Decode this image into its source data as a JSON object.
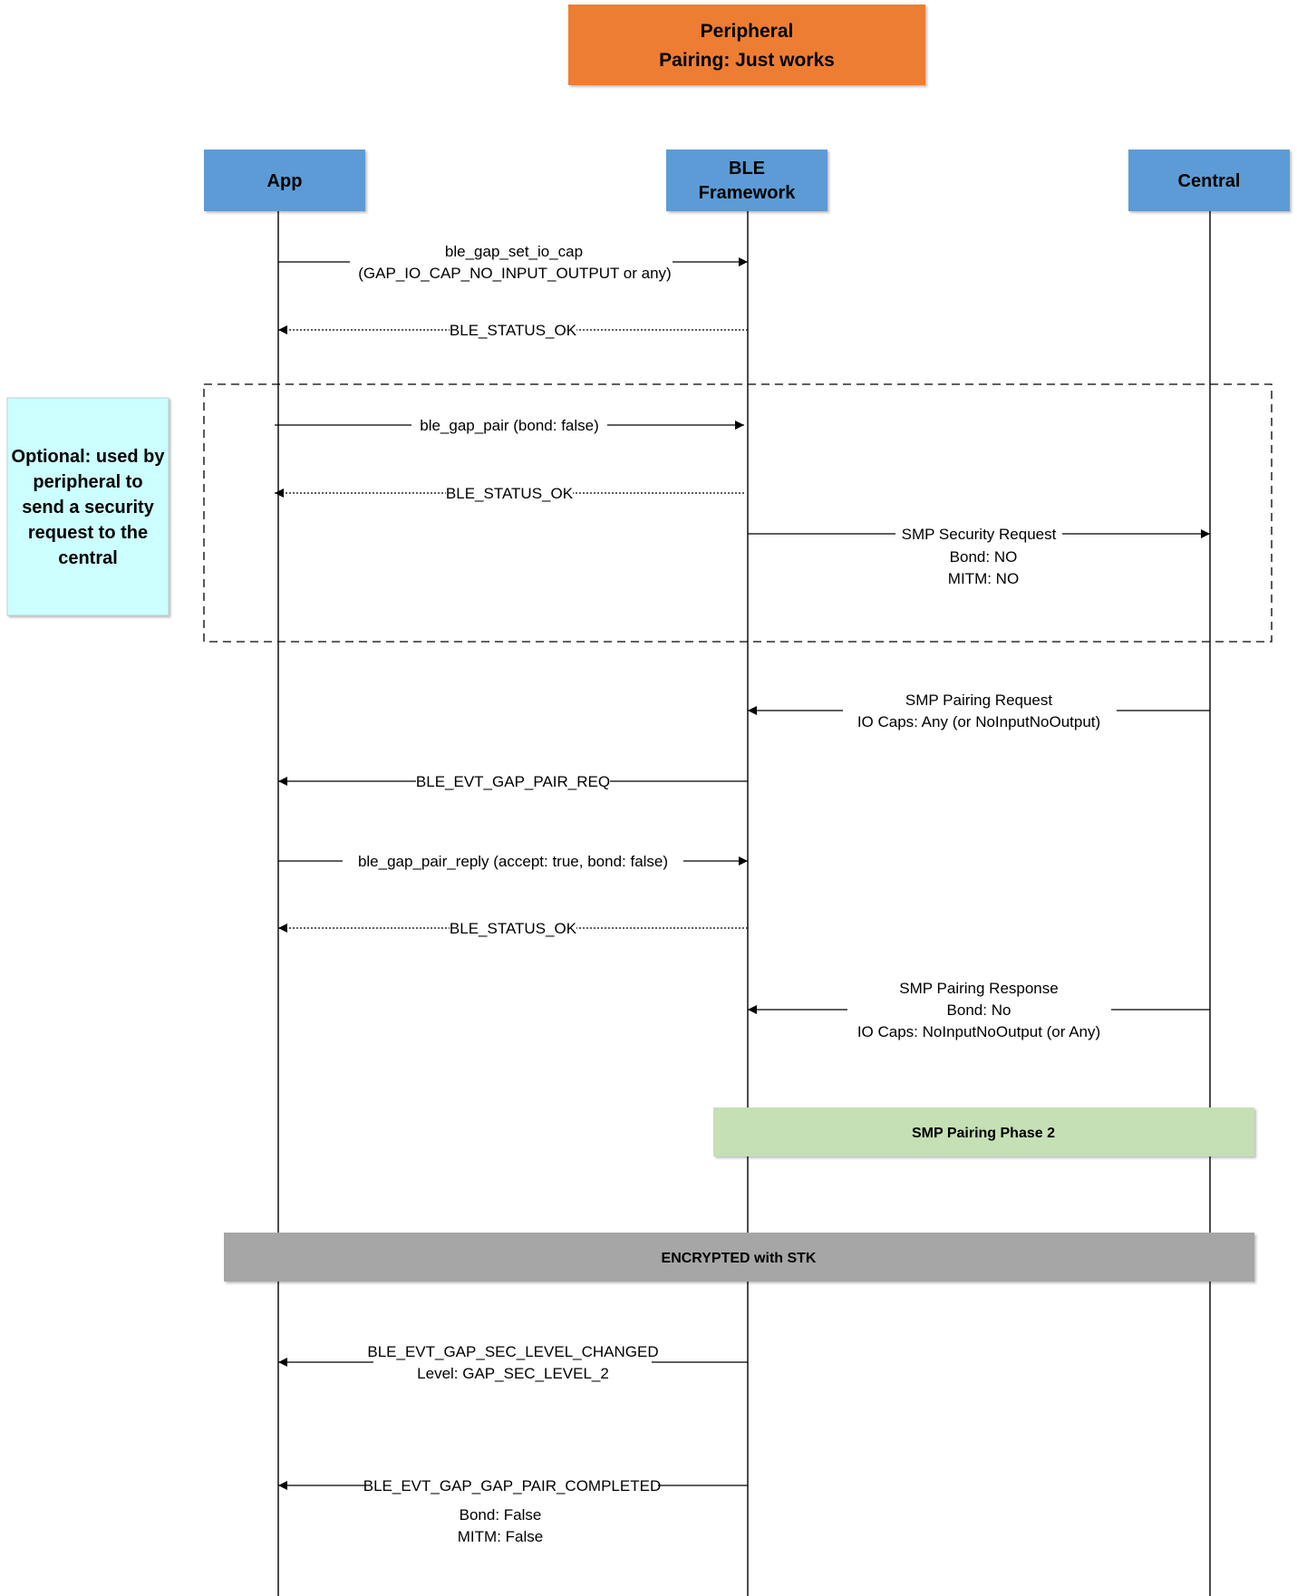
{
  "title": {
    "line1": "Peripheral",
    "line2": "Pairing: Just works",
    "color": "#ED7D31"
  },
  "participants": [
    {
      "id": "app",
      "line1": "App",
      "line2": ""
    },
    {
      "id": "ble",
      "line1": "BLE",
      "line2": "Framework"
    },
    {
      "id": "central",
      "line1": "Central",
      "line2": ""
    }
  ],
  "participant_color": "#5B9BD5",
  "optional_note": {
    "lines": [
      "Optional: used by",
      "peripheral to",
      "send a security",
      "request to the",
      "central"
    ],
    "color": "#CCFFFF"
  },
  "messages": [
    {
      "id": "set-io-cap",
      "from": "app",
      "to": "ble",
      "style": "solid",
      "lines": [
        "ble_gap_set_io_cap",
        "(GAP_IO_CAP_NO_INPUT_OUTPUT or any)"
      ]
    },
    {
      "id": "status-ok-1",
      "from": "ble",
      "to": "app",
      "style": "dotted",
      "lines": [
        "BLE_STATUS_OK"
      ]
    },
    {
      "id": "gap-pair",
      "from": "app",
      "to": "ble",
      "style": "solid",
      "lines": [
        "ble_gap_pair (bond: false)"
      ]
    },
    {
      "id": "status-ok-2",
      "from": "ble",
      "to": "app",
      "style": "dotted",
      "lines": [
        "BLE_STATUS_OK"
      ]
    },
    {
      "id": "smp-security-request",
      "from": "ble",
      "to": "central",
      "style": "solid",
      "lines": [
        "SMP Security Request",
        "Bond: NO",
        "MITM: NO"
      ]
    },
    {
      "id": "smp-pairing-request",
      "from": "central",
      "to": "ble",
      "style": "solid",
      "lines": [
        "SMP Pairing Request",
        "IO Caps:  Any  (or NoInputNoOutput)"
      ]
    },
    {
      "id": "evt-pair-req",
      "from": "ble",
      "to": "app",
      "style": "solid",
      "lines": [
        "BLE_EVT_GAP_PAIR_REQ"
      ]
    },
    {
      "id": "pair-reply",
      "from": "app",
      "to": "ble",
      "style": "solid",
      "lines": [
        "ble_gap_pair_reply (accept: true, bond: false)"
      ]
    },
    {
      "id": "status-ok-3",
      "from": "ble",
      "to": "app",
      "style": "dotted",
      "lines": [
        "BLE_STATUS_OK"
      ]
    },
    {
      "id": "smp-pairing-response",
      "from": "central",
      "to": "ble",
      "style": "solid",
      "lines": [
        "SMP Pairing Response",
        "Bond: No",
        "IO Caps: NoInputNoOutput (or Any)"
      ]
    },
    {
      "id": "evt-sec-level-changed",
      "from": "ble",
      "to": "app",
      "style": "solid",
      "lines": [
        "BLE_EVT_GAP_SEC_LEVEL_CHANGED",
        "Level: GAP_SEC_LEVEL_2"
      ]
    },
    {
      "id": "evt-pair-completed",
      "from": "ble",
      "to": "app",
      "style": "solid",
      "lines": [
        "BLE_EVT_GAP_GAP_PAIR_COMPLETED",
        "Bond: False",
        "MITM: False"
      ]
    }
  ],
  "phase2": {
    "label": "SMP Pairing Phase 2",
    "color": "#C5E0B4"
  },
  "encrypted": {
    "label": "ENCRYPTED with STK",
    "color": "#A6A6A6"
  }
}
